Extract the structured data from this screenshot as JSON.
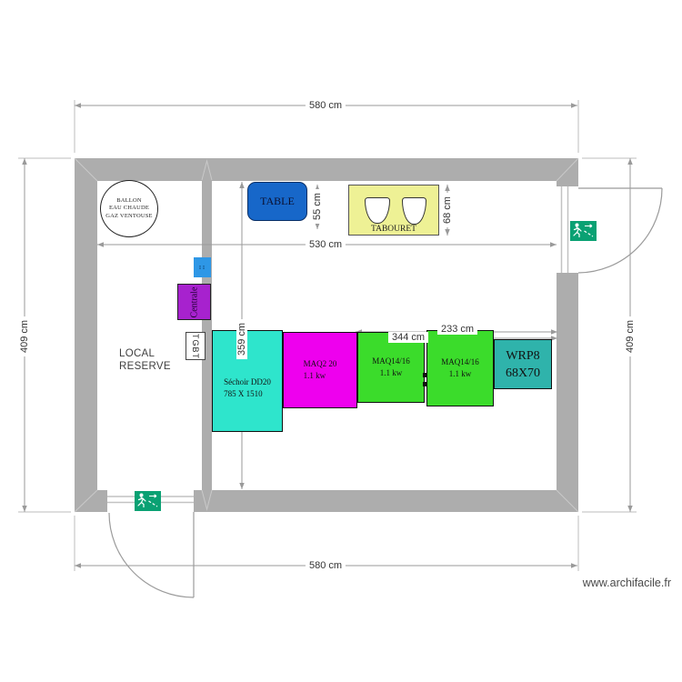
{
  "watermark": "www.archifacile.fr",
  "dimensions": {
    "overall_width_top": "580 cm",
    "overall_width_bottom": "580 cm",
    "overall_height_left": "409 cm",
    "overall_height_right": "409 cm",
    "interior_width": "530 cm",
    "interior_height": "359 cm",
    "machines_row_length": "344 cm",
    "maq_row_length": "233 cm",
    "table_depth": "55 cm",
    "tabouret_depth": "68 cm"
  },
  "rooms": {
    "local_reserve": {
      "lines": [
        "LOCAL",
        "RESERVE"
      ]
    }
  },
  "fixtures": {
    "ballon": {
      "lines": [
        "BALLON",
        "EAU CHAUDE",
        "GAZ VENTOUSE"
      ]
    },
    "table": {
      "label": "TABLE",
      "color": "#1767c9"
    },
    "tabouret": {
      "label": "TABOURET",
      "color": "#eef195"
    },
    "meter": {
      "lines": [
        "•••",
        "•••"
      ],
      "color": "#2e97e6"
    },
    "centrale": {
      "label": "Centrale",
      "color": "#a722ce"
    },
    "tgbt": {
      "label": "TGBT",
      "color": "#ffffff"
    },
    "sechoir": {
      "lines": [
        "Séchoir DD20",
        "785 X 1510"
      ],
      "color": "#2ee5cc"
    },
    "maq2": {
      "lines": [
        "MAQ2 20",
        "1.1 kw"
      ],
      "color": "#ee00ee"
    },
    "maq14_a": {
      "lines": [
        "MAQ14/16",
        "1.1 kw"
      ],
      "color": "#3bdc2b"
    },
    "maq14_b": {
      "lines": [
        "MAQ14/16",
        "1.1 kw"
      ],
      "color": "#3bdc2b"
    },
    "wrp8": {
      "lines": [
        "WRP8",
        "68X70"
      ],
      "color": "#2fb3ab"
    }
  },
  "colors": {
    "wall": "#adadad",
    "dimension_line": "#9a9a9a",
    "exit_sign_green": "#0aa173"
  }
}
